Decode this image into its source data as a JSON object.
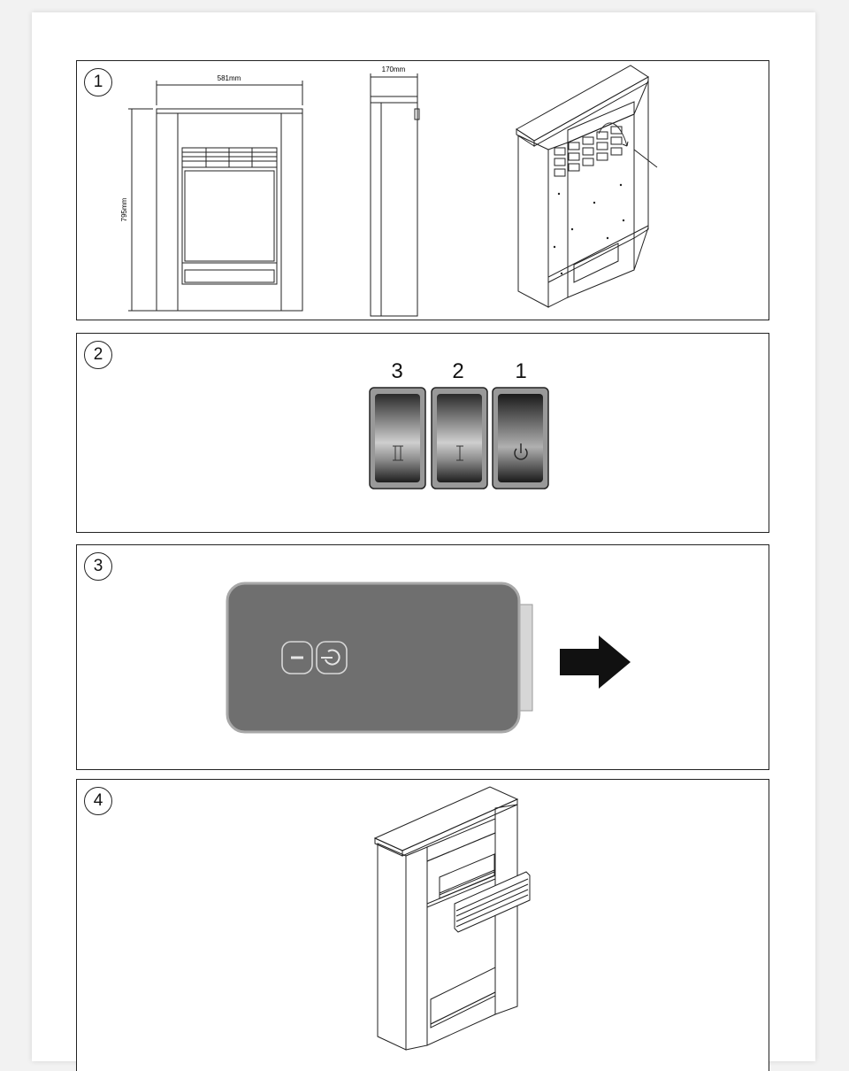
{
  "panels": [
    {
      "step": "1",
      "dimensions": {
        "width": "581mm",
        "depth": "170mm",
        "height": "795mm"
      }
    },
    {
      "step": "2",
      "switches": [
        {
          "number": "3",
          "symbol": "II",
          "icon": "heat-level-two-icon"
        },
        {
          "number": "2",
          "symbol": "I",
          "icon": "heat-level-one-icon"
        },
        {
          "number": "1",
          "symbol": "",
          "icon": "power-icon"
        }
      ]
    },
    {
      "step": "3",
      "remote_icons": [
        "minus-icon",
        "power-icon"
      ],
      "arrow": "arrow-right-icon"
    },
    {
      "step": "4"
    }
  ],
  "colors": {
    "line": "#222222",
    "remote_body": "#6f6f6f",
    "remote_tab": "#d6d6d6"
  }
}
